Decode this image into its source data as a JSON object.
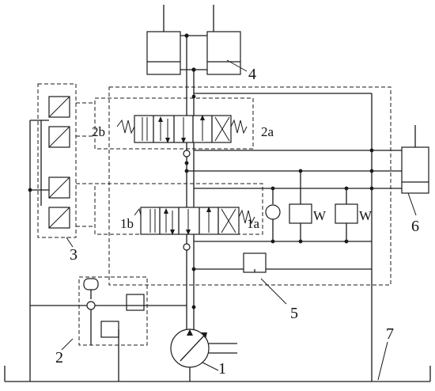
{
  "labels": {
    "pump": "1",
    "pump_valve_group": "2",
    "pilot_valve_group": "3",
    "cylinders": "4",
    "multiway_valve_block": "5",
    "single_cylinder": "6",
    "tank": "7",
    "port_2a": "2a",
    "port_2b": "2b",
    "port_1a": "1a",
    "port_1b": "1b",
    "spring_mark": "W"
  }
}
